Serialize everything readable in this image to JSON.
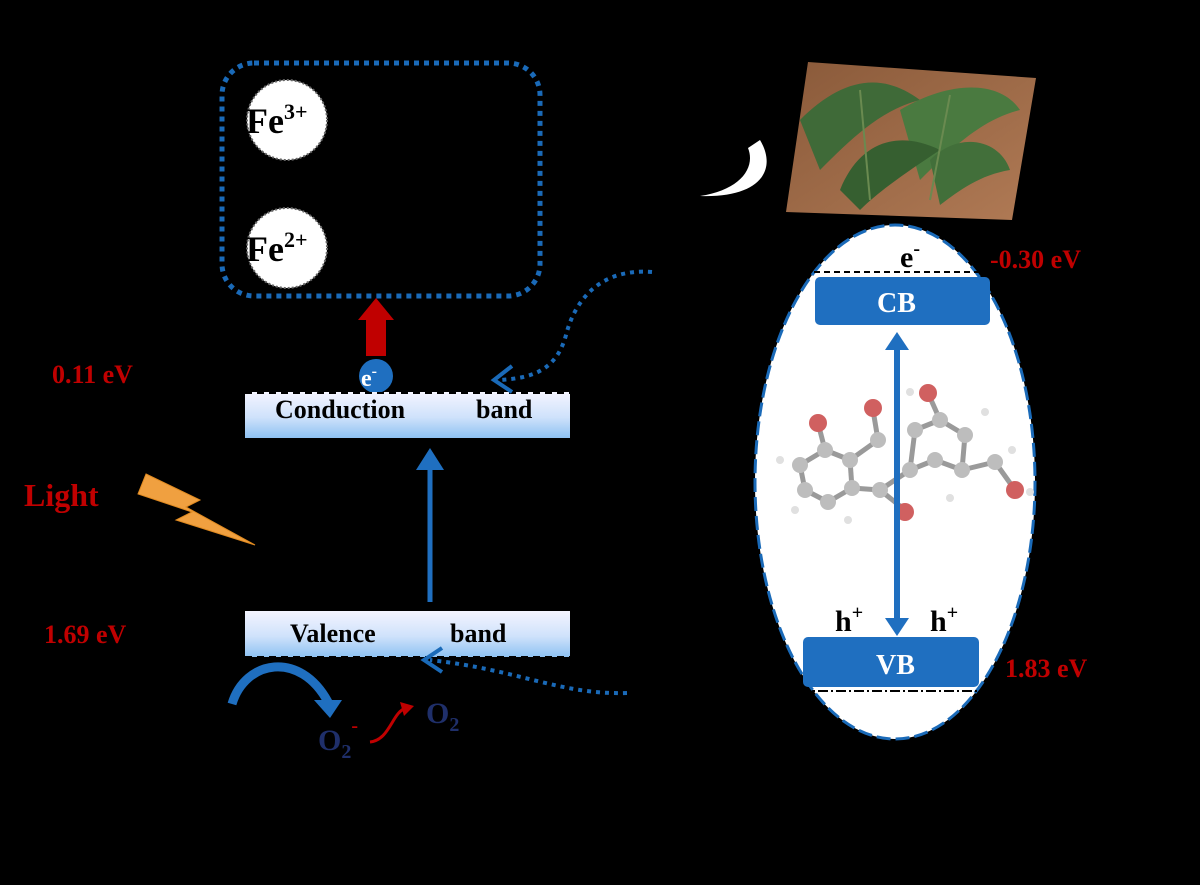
{
  "ions": {
    "fe3": "Fe",
    "fe3_sup": "3+",
    "fe2": "Fe",
    "fe2_sup": "2+"
  },
  "left_energies": {
    "cb": "0.11 eV",
    "vb": "1.69 eV"
  },
  "light_label": "Light",
  "bands": {
    "conduction_a": "Conduction",
    "conduction_b": "band",
    "valence_a": "Valence",
    "valence_b": "band"
  },
  "electron": {
    "base": "e",
    "sup": "-"
  },
  "oxygen": {
    "superoxide": "O",
    "superoxide_sub": "2",
    "superoxide_sup": "-",
    "o2": "O",
    "o2_sub": "2"
  },
  "right_panel": {
    "cb_label": "CB",
    "vb_label": "VB",
    "cb_energy": "-0.30 eV",
    "vb_energy": "1.83 eV",
    "electron": "e",
    "electron_sup": "-",
    "hole": "h",
    "hole_sup": "+"
  },
  "colors": {
    "energy_red": "#c00000",
    "band_blue": "#1f6fc0",
    "dotted_blue": "#1a6ab8",
    "arrow_red": "#c00000",
    "light_orange": "#f0a040",
    "oxygen_navy": "#1f2f6a"
  }
}
